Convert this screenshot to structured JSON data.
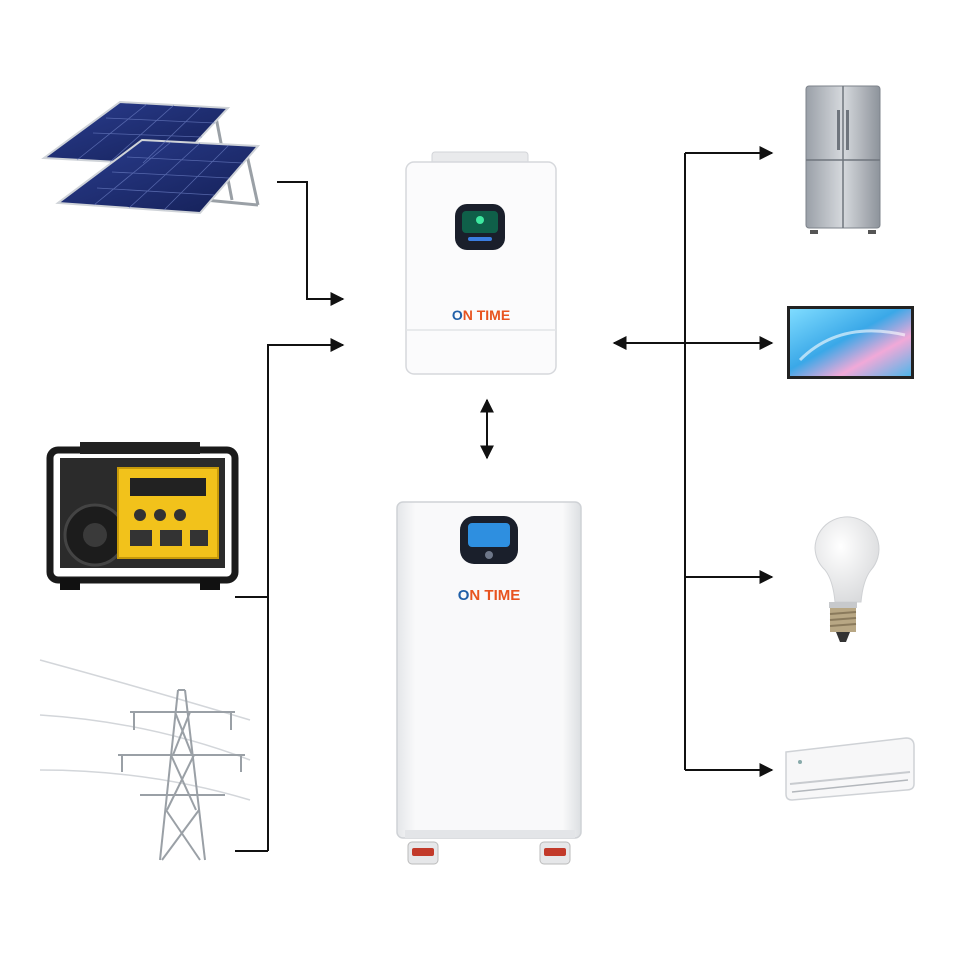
{
  "brand": {
    "o_letter": "O",
    "rest": "N TIME",
    "o_color": "#1f5fa8",
    "text_color": "#e8531f"
  },
  "colors": {
    "line": "#111111",
    "panel": "#1a2a6e",
    "generator_yellow": "#f2c21b",
    "device_white": "#f4f4f4",
    "screen_dark": "#1a1f2b",
    "screen_blue": "#2e8fe0",
    "fridge_silver": "#b8bcc2",
    "tv_sky": "#5cc8f0"
  },
  "sources": [
    {
      "id": "solar",
      "icon": "solar-panel-icon"
    },
    {
      "id": "generator",
      "icon": "generator-icon"
    },
    {
      "id": "grid",
      "icon": "power-tower-icon"
    }
  ],
  "core": [
    {
      "id": "inverter",
      "icon": "inverter-icon"
    },
    {
      "id": "battery",
      "icon": "battery-cabinet-icon"
    }
  ],
  "loads": [
    {
      "id": "fridge",
      "icon": "refrigerator-icon"
    },
    {
      "id": "tv",
      "icon": "television-icon"
    },
    {
      "id": "bulb",
      "icon": "light-bulb-icon"
    },
    {
      "id": "ac",
      "icon": "air-conditioner-icon"
    }
  ]
}
